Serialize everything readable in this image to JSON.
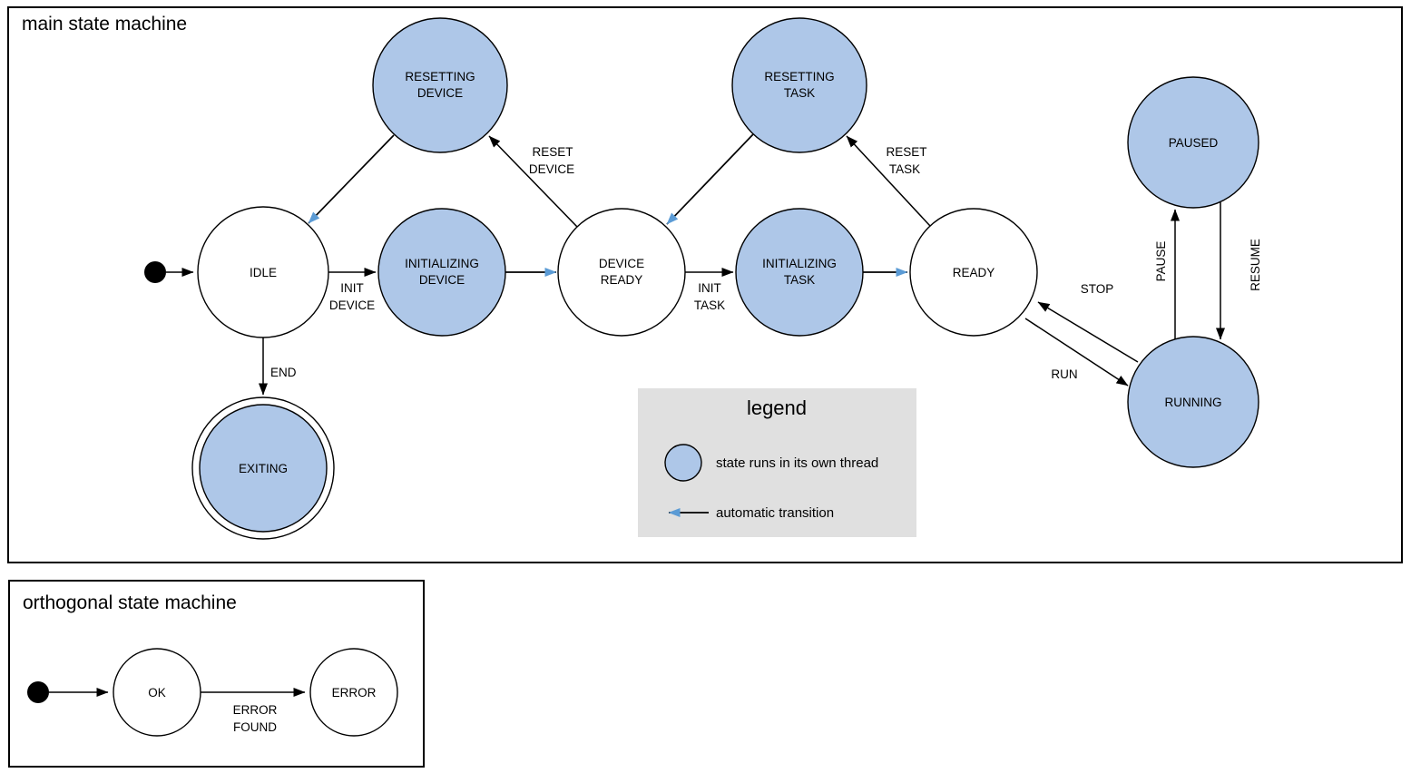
{
  "main_machine": {
    "title": "main state machine",
    "states": {
      "idle": {
        "label": "IDLE"
      },
      "resetting_device": {
        "line1": "RESETTING",
        "line2": "DEVICE"
      },
      "initializing_device": {
        "line1": "INITIALIZING",
        "line2": "DEVICE"
      },
      "device_ready": {
        "line1": "DEVICE",
        "line2": "READY"
      },
      "resetting_task": {
        "line1": "RESETTING",
        "line2": "TASK"
      },
      "initializing_task": {
        "line1": "INITIALIZING",
        "line2": "TASK"
      },
      "ready": {
        "label": "READY"
      },
      "paused": {
        "label": "PAUSED"
      },
      "running": {
        "label": "RUNNING"
      },
      "exiting": {
        "label": "EXITING"
      }
    },
    "transitions": {
      "init_device": {
        "line1": "INIT",
        "line2": "DEVICE"
      },
      "reset_device": {
        "line1": "RESET",
        "line2": "DEVICE"
      },
      "init_task": {
        "line1": "INIT",
        "line2": "TASK"
      },
      "reset_task": {
        "line1": "RESET",
        "line2": "TASK"
      },
      "stop": {
        "label": "STOP"
      },
      "run": {
        "label": "RUN"
      },
      "pause": {
        "label": "PAUSE"
      },
      "resume": {
        "label": "RESUME"
      },
      "end": {
        "label": "END"
      }
    }
  },
  "legend": {
    "title": "legend",
    "threaded_label": "state runs in its own thread",
    "auto_label": "automatic transition"
  },
  "orthogonal_machine": {
    "title": "orthogonal state machine",
    "states": {
      "ok": {
        "label": "OK"
      },
      "error": {
        "label": "ERROR"
      }
    },
    "transitions": {
      "error_found": {
        "line1": "ERROR",
        "line2": "FOUND"
      }
    }
  },
  "colors": {
    "threaded_fill": "#aec7e8",
    "auto_arrow": "#5b9bd5",
    "legend_bg": "#e0e0e0"
  }
}
